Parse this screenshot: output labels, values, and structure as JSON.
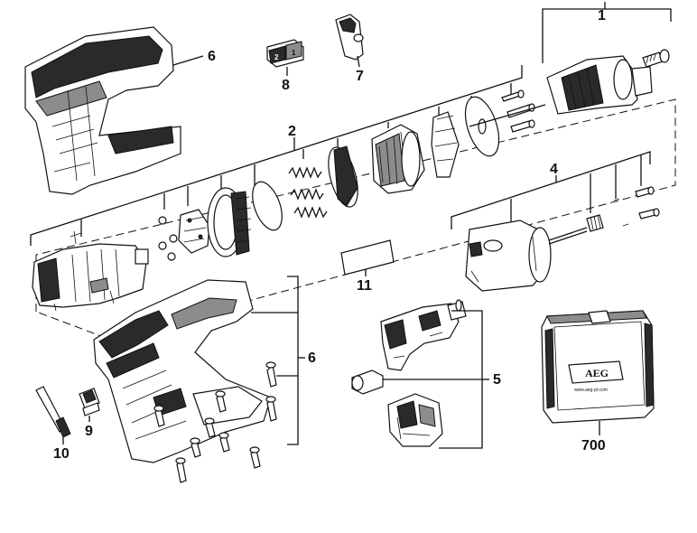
{
  "part_labels": {
    "p1": "1",
    "p2": "2",
    "p4": "4",
    "p5": "5",
    "p6a": "6",
    "p6b": "6",
    "p7": "7",
    "p8": "8",
    "p9": "9",
    "p10": "10",
    "p11": "11",
    "p700": "700"
  },
  "case_brand": "AEG",
  "case_url": "www.aeg-pt.com",
  "switch_marks": {
    "left": "2",
    "right": "1"
  },
  "colors": {
    "line": "#111111",
    "dark_fill": "#2a2a2a",
    "mid_fill": "#8c8c8c",
    "background": "#ffffff"
  }
}
